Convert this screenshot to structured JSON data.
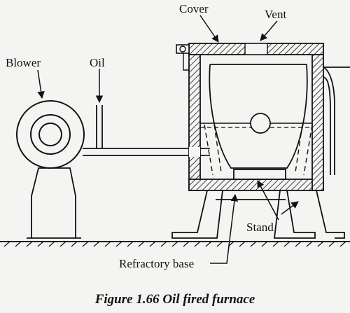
{
  "diagram": {
    "labels": {
      "cover": "Cover",
      "vent": "Vent",
      "blower": "Blower",
      "oil": "Oil",
      "stand": "Stand",
      "refractory_base": "Refractory base"
    },
    "caption": "Figure 1.66 Oil fired furnace"
  }
}
